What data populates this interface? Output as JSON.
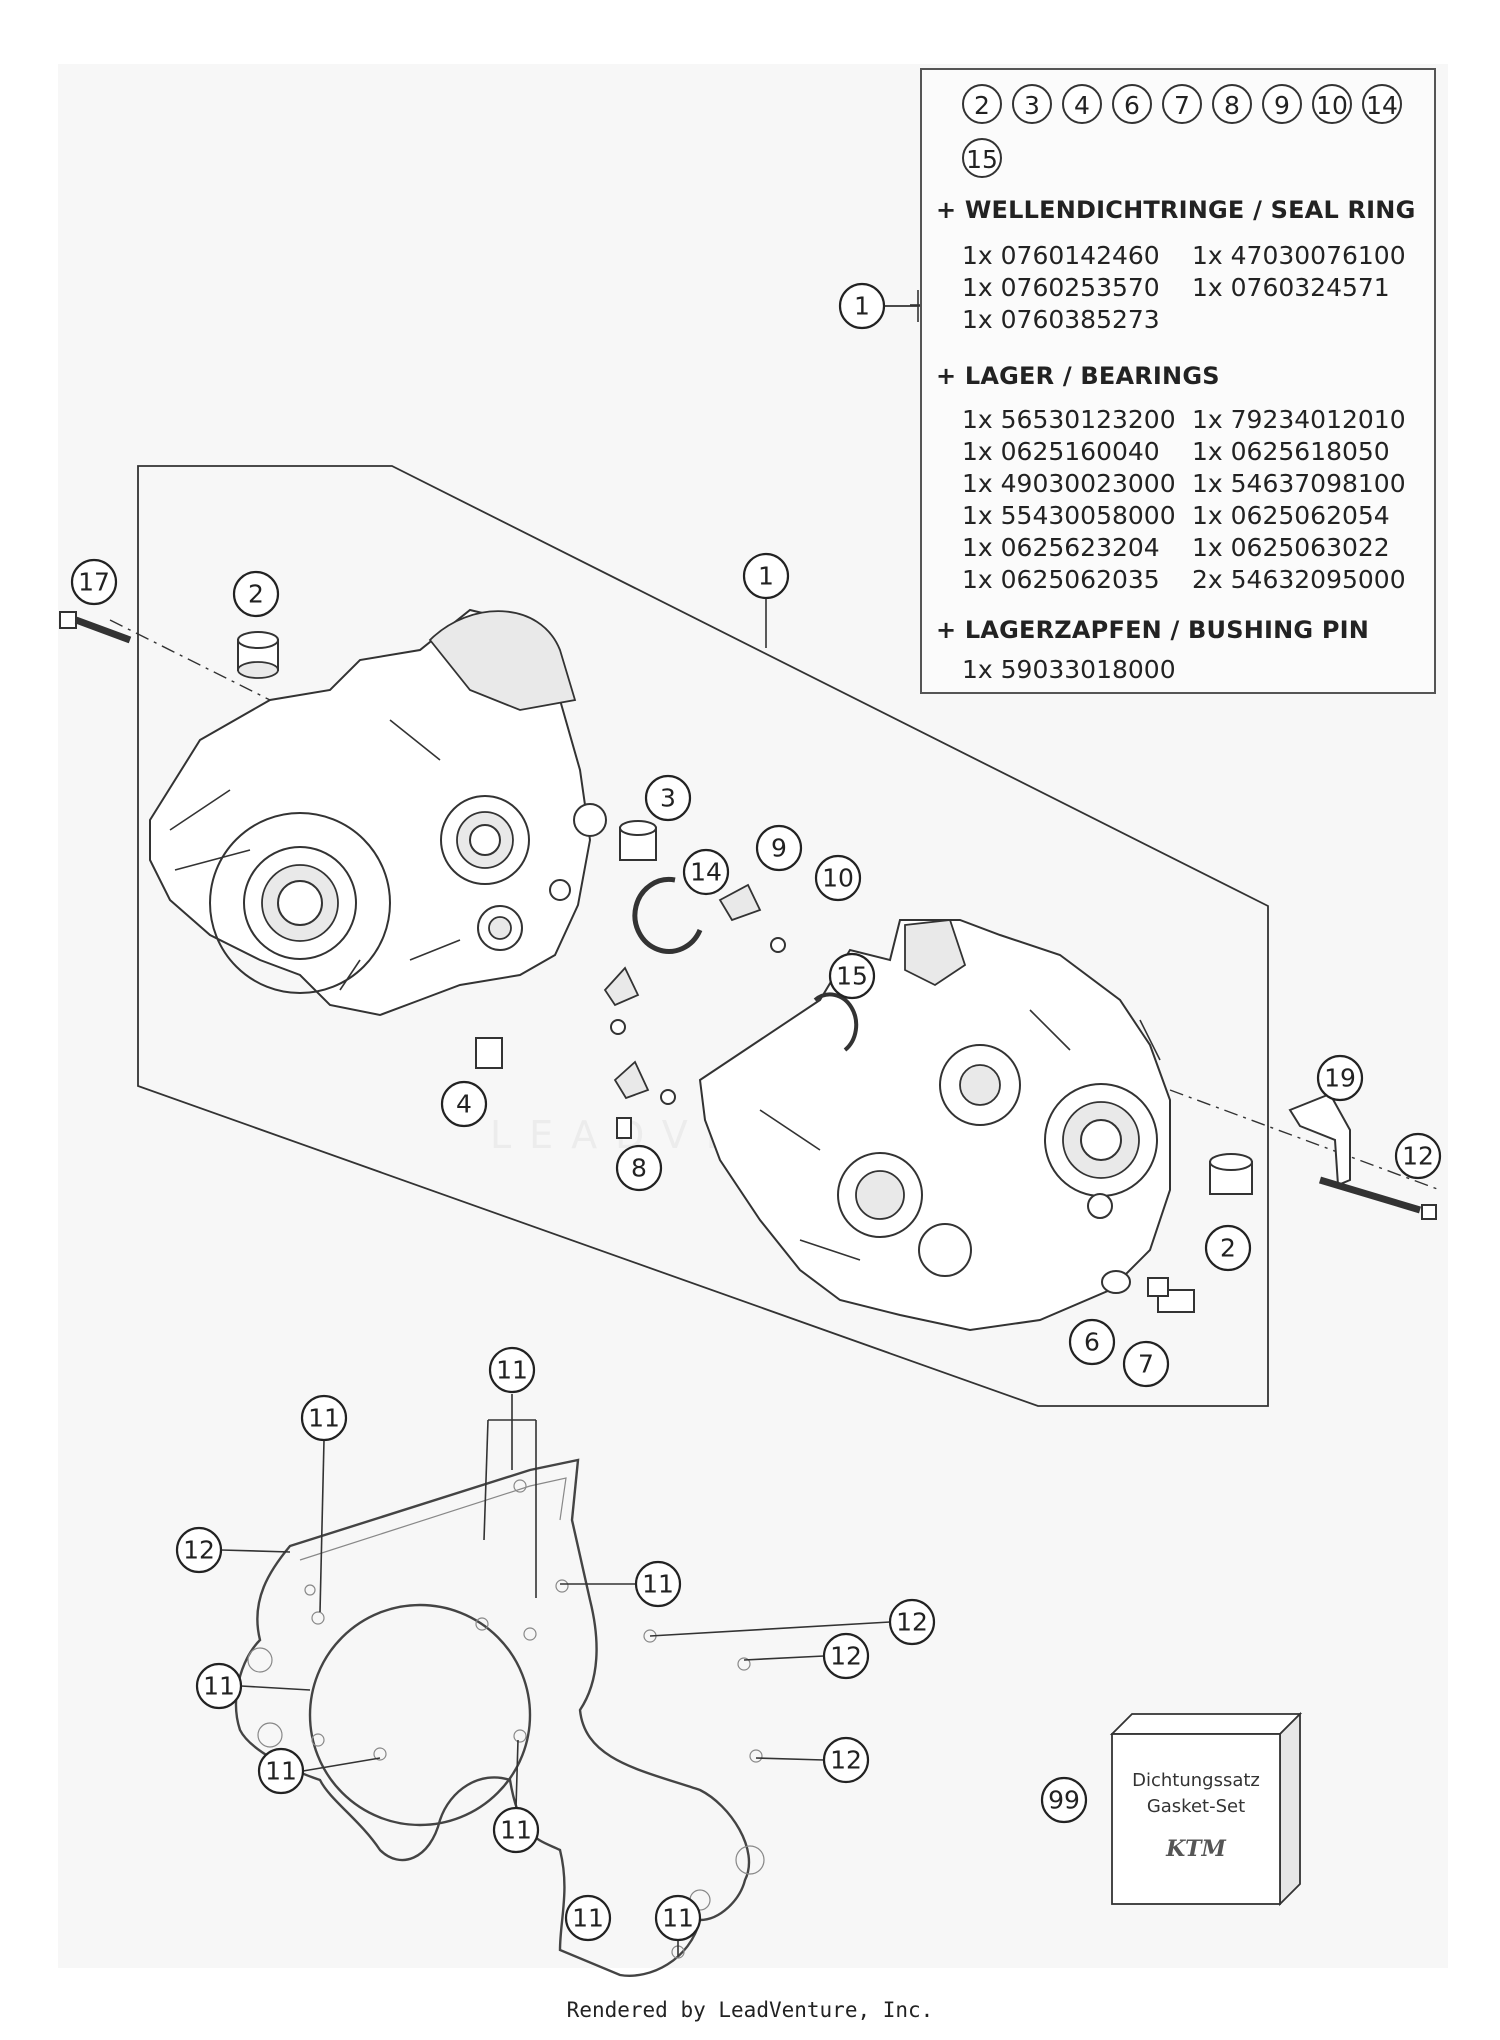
{
  "partlist": {
    "chips": [
      "2",
      "3",
      "4",
      "6",
      "7",
      "8",
      "9",
      "10",
      "14",
      "15"
    ],
    "ref": "1",
    "sections": [
      {
        "heading": "+ WELLENDICHTRINGE / SEAL RING",
        "rows": [
          [
            "1x 0760142460",
            "1x 47030076100"
          ],
          [
            "1x 0760253570",
            "1x 0760324571"
          ],
          [
            "1x 0760385273",
            ""
          ]
        ]
      },
      {
        "heading": "+ LAGER / BEARINGS",
        "rows": [
          [
            "1x 56530123200",
            "1x 79234012010"
          ],
          [
            "1x 0625160040",
            "1x 0625618050"
          ],
          [
            "1x 49030023000",
            "1x 54637098100"
          ],
          [
            "1x 55430058000",
            "1x 0625062054"
          ],
          [
            "1x 0625623204",
            "1x 0625063022"
          ],
          [
            "1x 0625062035",
            "2x 54632095000"
          ]
        ]
      },
      {
        "heading": "+ LAGERZAPFEN / BUSHING PIN",
        "rows": [
          [
            "1x 59033018000",
            ""
          ]
        ]
      }
    ]
  },
  "callouts": {
    "c17": "17",
    "c2a": "2",
    "c1": "1",
    "c3": "3",
    "c14": "14",
    "c9": "9",
    "c10": "10",
    "c15": "15",
    "c4": "4",
    "c8": "8",
    "c19": "19",
    "c12a": "12",
    "c2b": "2",
    "c6": "6",
    "c7": "7",
    "g11a": "11",
    "g11b": "11",
    "g12a": "12",
    "g11c": "11",
    "g12b": "12",
    "g12c": "12",
    "g11d": "11",
    "g11e": "11",
    "g12d": "12",
    "g11f": "11",
    "g11g": "11",
    "g11h": "11",
    "c99": "99"
  },
  "gasket_box": {
    "line1": "Dichtungssatz",
    "line2": "Gasket-Set",
    "brand": "KTM"
  },
  "watermark": "LEADVENTURE",
  "footer": "Rendered by LeadVenture, Inc."
}
